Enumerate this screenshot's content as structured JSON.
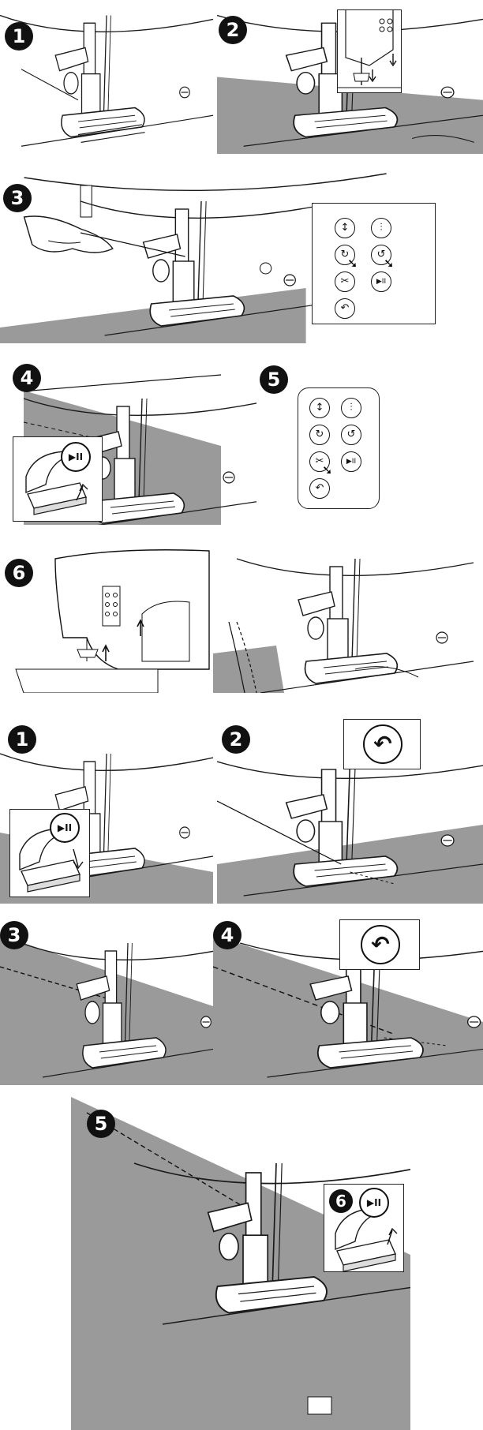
{
  "steps_part1": [
    {
      "label": "1"
    },
    {
      "label": "2"
    },
    {
      "label": "3"
    },
    {
      "label": "4"
    },
    {
      "label": "5"
    },
    {
      "label": "6"
    }
  ],
  "steps_part2": [
    {
      "label": "1"
    },
    {
      "label": "2"
    },
    {
      "label": "3"
    },
    {
      "label": "4"
    },
    {
      "label": "5"
    },
    {
      "label": "6"
    }
  ],
  "buttons": {
    "start_stop_glyph": "▶II",
    "reverse_glyph": "↶",
    "cut_glyph": "✂",
    "needle_glyph": "↕"
  },
  "colors": {
    "fabric": "#9a9a9a",
    "line": "#1a1a1a",
    "badge": "#111111"
  }
}
